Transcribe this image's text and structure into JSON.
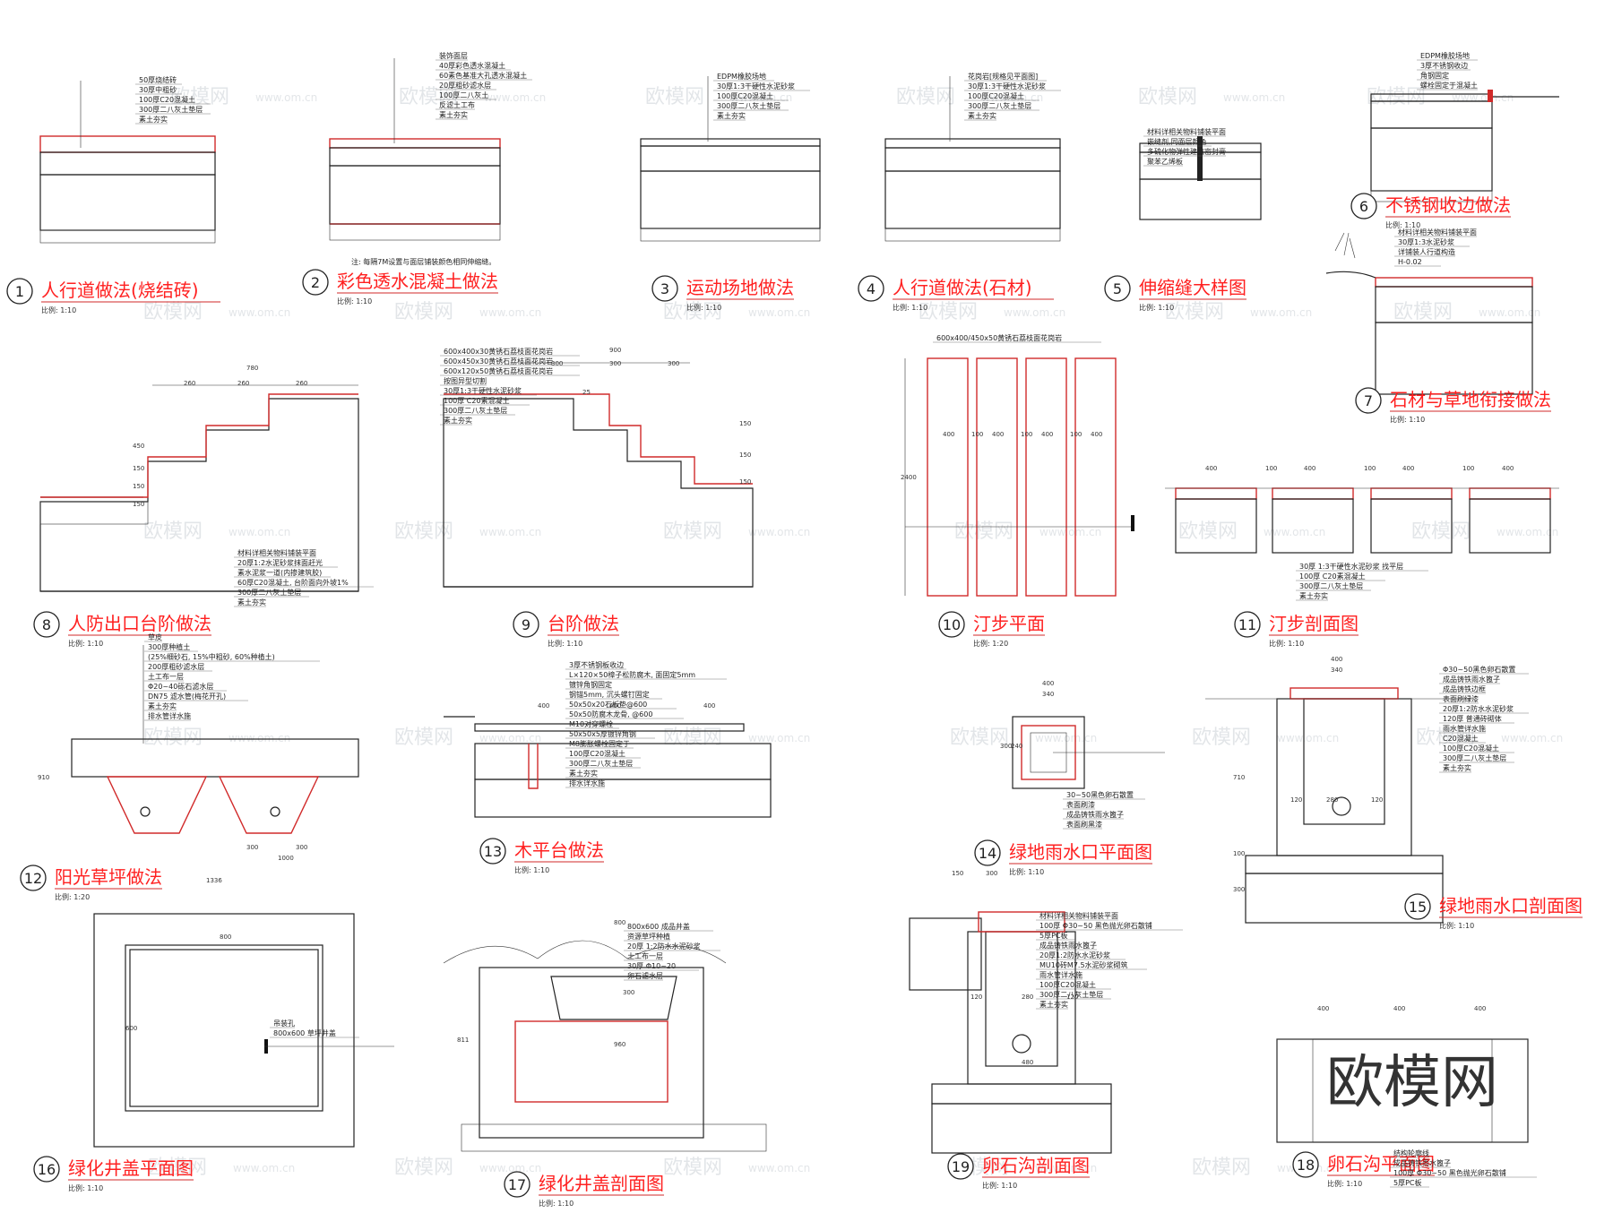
{
  "scale_prefix": "比例: ",
  "watermark": "欧模网",
  "watermark_url": "www.om.cn",
  "details": [
    {
      "num": "1",
      "title": "人行道做法(烧结砖)",
      "scale": "1:10",
      "labels": [
        "50厚烧结砖",
        "30厚中粗砂",
        "100厚C20混凝土",
        "300厚二八灰土垫层",
        "素土夯实"
      ]
    },
    {
      "num": "2",
      "title": "彩色透水混凝土做法",
      "scale": "1:10",
      "labels": [
        "装饰面层",
        "40厚彩色透水混凝土",
        "60素色基准大孔透水混凝土",
        "20厚粗砂滤水层",
        "100厚二八灰土",
        "反滤土工布",
        "素土夯实"
      ],
      "note": "注: 每隔7M设置与面层铺装颜色相同伸缩缝。"
    },
    {
      "num": "3",
      "title": "运动场地做法",
      "scale": "1:10",
      "labels": [
        "EDPM橡胶场地",
        "30厚1:3干硬性水泥砂浆",
        "100厚C20混凝土",
        "300厚二八灰土垫层",
        "素土夯实"
      ]
    },
    {
      "num": "4",
      "title": "人行道做法(石材)",
      "scale": "1:10",
      "labels": [
        "花岗岩[规格见平面图]",
        "30厚1:3干硬性水泥砂浆",
        "100厚C20混凝土",
        "300厚二八灰土垫层",
        "素土夯实"
      ]
    },
    {
      "num": "5",
      "title": "伸缩缝大样图",
      "scale": "1:10",
      "labels": [
        "材料详相关物料铺装平面",
        "嵌缝剂,同面层颜色",
        "多硫化物弹性建筑密封膏",
        "聚苯乙烯板"
      ]
    },
    {
      "num": "6",
      "title": "不锈钢收边做法",
      "scale": "1:10",
      "labels": [
        "EDPM橡胶场地",
        "3厚不锈钢收边",
        "角钢固定",
        "螺栓固定于混凝土"
      ]
    },
    {
      "num": "7",
      "title": "石材与草地衔接做法",
      "scale": "1:10",
      "labels": [
        "材料详相关物料铺装平面",
        "30厚1:3水泥砂浆",
        "详铺装人行道构造",
        "H-0.02"
      ]
    },
    {
      "num": "8",
      "title": "人防出口台阶做法",
      "scale": "1:10",
      "labels": [
        "材料详相关物料铺装平面",
        "20厚1:2水泥砂浆抹面赶光",
        "素水泥浆一道(内掺建筑胶)",
        "60厚C20混凝土, 台阶面向外坡1%",
        "300厚二八灰土垫层",
        "素土夯实"
      ]
    },
    {
      "num": "9",
      "title": "台阶做法",
      "scale": "1:10",
      "labels": [
        "600x400x30黄锈石荔枝面花岗岩",
        "600x450x30黄锈石荔枝面花岗岩",
        "600x120x50黄锈石荔枝面花岗岩",
        "按图异型切割",
        "30厚1:3干硬性水泥砂浆",
        "100厚 C20素混凝土",
        "300厚二八灰土垫层",
        "素土夯实"
      ]
    },
    {
      "num": "10",
      "title": "汀步平面",
      "scale": "1:20",
      "labels": [
        "600x400/450x50黄锈石荔枝面花岗岩"
      ]
    },
    {
      "num": "11",
      "title": "汀步剖面图",
      "scale": "1:10",
      "labels": [
        "30厚 1:3干硬性水泥砂浆 找平层",
        "100厚 C20素混凝土",
        "300厚二八灰土垫层",
        "素土夯实"
      ]
    },
    {
      "num": "12",
      "title": "阳光草坪做法",
      "scale": "1:20",
      "labels": [
        "草皮",
        "300厚种植土",
        "(25%细砂石, 15%中粗砂, 60%种植土)",
        "200厚粗砂滤水层",
        "土工布一层",
        "Φ20~40砾石滤水层",
        "DN75 滤水管(梅花开孔)",
        "素土夯实",
        "排水管详水施"
      ]
    },
    {
      "num": "13",
      "title": "木平台做法",
      "scale": "1:10",
      "labels": [
        "3厚不锈钢板收边",
        "L×120×50樟子松防腐木, 面固定5mm",
        "镀锌角钢固定",
        "钢锚5mm, 沉头螺钉固定",
        "50x50x20石板垫@600",
        "50x50防腐木龙骨, @600",
        "M10对穿螺栓",
        "50x50x5厚镀锌角钢",
        "M8膨胀螺栓固定于",
        "100厚C20混凝土",
        "300厚二八灰土垫层",
        "素土夯实",
        "排水详水施"
      ]
    },
    {
      "num": "14",
      "title": "绿地雨水口平面图",
      "scale": "1:10",
      "labels": [
        "30~50黑色卵石散置",
        "表面刷漆",
        "成品铸铁雨水篦子",
        "表面刷黑漆"
      ]
    },
    {
      "num": "15",
      "title": "绿地雨水口剖面图",
      "scale": "1:10",
      "labels": [
        "Φ30~50黑色卵石散置",
        "成品铸铁雨水篦子",
        "成品铸铁边框",
        "表面刷绿漆",
        "20厚1:2防水水泥砂浆",
        "120厚 普通砖砌体",
        "雨水管详水施",
        "C20混凝土",
        "100厚C20混凝土",
        "300厚二八灰土垫层",
        "素土夯实"
      ]
    },
    {
      "num": "16",
      "title": "绿化井盖平面图",
      "scale": "1:10",
      "labels": [
        "吊装孔",
        "800x600 草坪井盖"
      ]
    },
    {
      "num": "17",
      "title": "绿化井盖剖面图",
      "scale": "1:10",
      "labels": [
        "800x600 成品井盖",
        "资源草坪种植",
        "20厚 1:2防水水泥砂浆",
        "土工布一层",
        "30厚 Φ10~20",
        "卵石滤水层"
      ]
    },
    {
      "num": "18",
      "title": "卵石沟平面图",
      "scale": "1:10",
      "labels": [
        "结构轮廓线",
        "成品铸铁雨水篦子",
        "100厚 Φ30~50 黑色抛光卵石散铺",
        "5厚PC板"
      ]
    },
    {
      "num": "19",
      "title": "卵石沟剖面图",
      "scale": "1:10",
      "labels": [
        "材料详相关物料铺装平面",
        "100厚 Φ30~50 黑色抛光卵石散铺",
        "5厚PC板",
        "成品铸铁雨水篦子",
        "20厚1:2防水水泥砂浆",
        "MU10砖M7.5水泥砂浆砌筑",
        "雨水管详水施",
        "100厚C20混凝土",
        "300厚二八灰土垫层",
        "素土夯实"
      ]
    }
  ],
  "dims": {
    "d8": [
      "780",
      "260",
      "260",
      "260",
      "450",
      "150",
      "150",
      "150"
    ],
    "d9": [
      "900",
      "300",
      "300",
      "300",
      "25",
      "150",
      "150",
      "150"
    ],
    "d10": [
      "400",
      "100",
      "400",
      "100",
      "400",
      "100",
      "400",
      "2400"
    ],
    "d11": [
      "400",
      "100",
      "400",
      "100",
      "400",
      "100",
      "400"
    ],
    "d12": [
      "910",
      "300",
      "300",
      "1000",
      "1336"
    ],
    "d13": [
      "400",
      "400",
      "400"
    ],
    "d14": [
      "400",
      "340",
      "300",
      "240"
    ],
    "d15": [
      "400",
      "340",
      "120",
      "280",
      "120",
      "710",
      "100",
      "300"
    ],
    "d16": [
      "800",
      "600"
    ],
    "d17": [
      "800",
      "300",
      "960",
      "811"
    ],
    "d18": [
      "400",
      "400",
      "400"
    ],
    "d19": [
      "150",
      "300",
      "120",
      "280",
      "120",
      "480"
    ]
  }
}
